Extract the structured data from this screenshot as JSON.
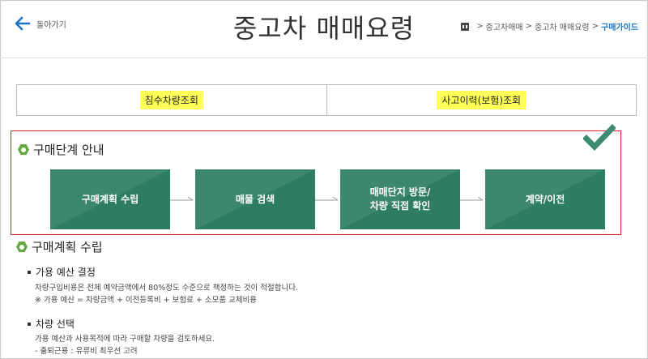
{
  "header": {
    "back_label": "돌아가기",
    "title": "중고차 매매요령",
    "breadcrumb": [
      "중고차매매",
      "중고차 매매요령",
      "구매가이드"
    ]
  },
  "lookup": {
    "left": "침수차량조회",
    "right": "사고이력(보험)조회"
  },
  "steps_section": {
    "title": "구매단계 안내",
    "steps": [
      "구매계획 수립",
      "매물 검색",
      "매매단지 방문/\n차량 직접 확인",
      "계약/이전"
    ]
  },
  "plan_section": {
    "title": "구매계획 수립",
    "budget": {
      "title": "가용 예산 결정",
      "line1": "차량구입비용은 전체 예약금액에서 80%정도 수준으로 책정하는 것이 적절합니다.",
      "line2": "※ 가용 예산 = 차량금액 + 이전등록비 + 보험료 + 소모품 교체비용"
    },
    "vehicle": {
      "title": "차량 선택",
      "line1": "가용 예산과 사용목적에 따라 구매할 차량을 검토하세요.",
      "line2": "- 출퇴근용 : 유류비 최우선 고려"
    }
  },
  "colors": {
    "accent_blue": "#1a73c8",
    "step_green": "#2e7d62",
    "highlight": "#ffff57",
    "focus_red": "#e0262c",
    "hex_green": "#66a842"
  }
}
